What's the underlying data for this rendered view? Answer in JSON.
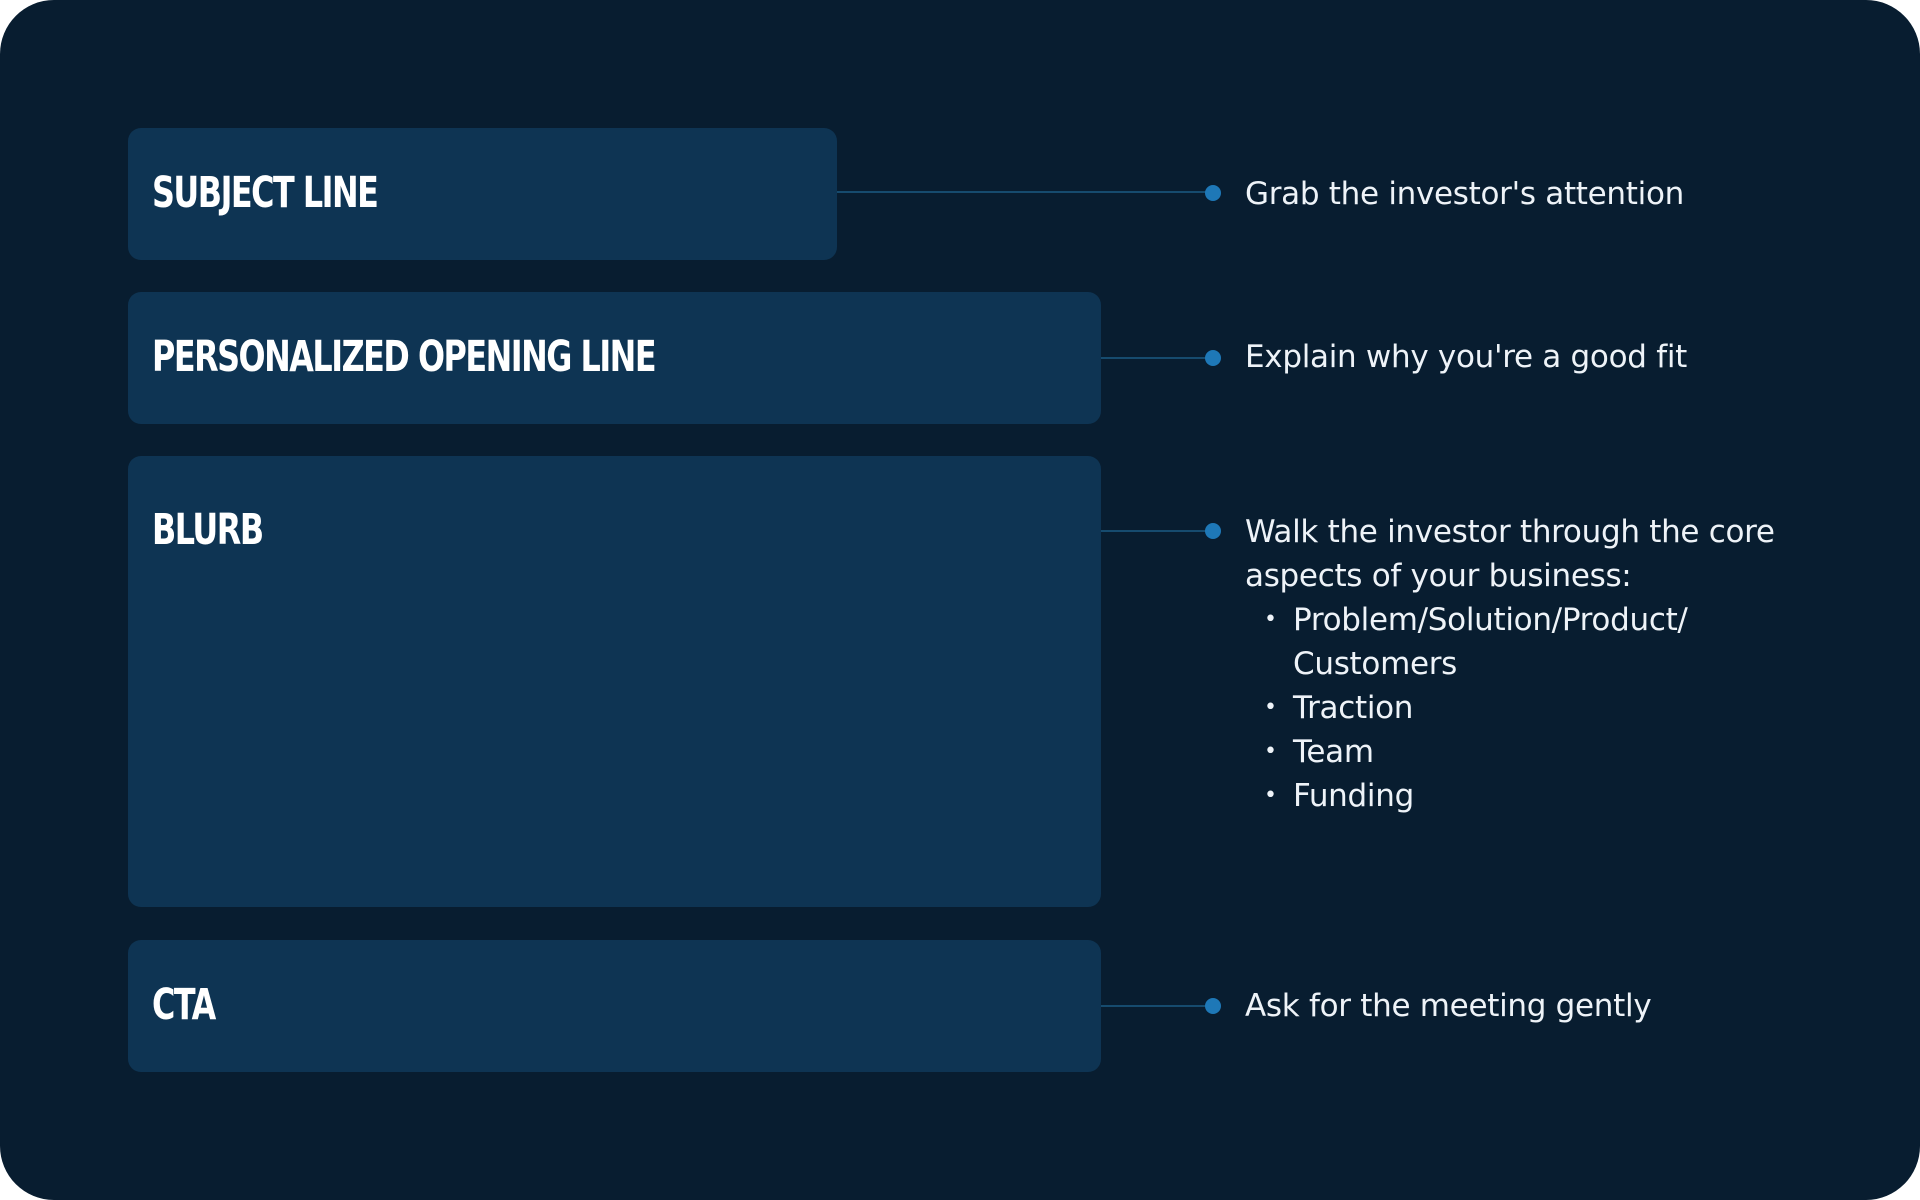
{
  "colors": {
    "background": "#081d30",
    "block": "#0e3453",
    "connector": "#164b6e",
    "dot": "#1e78b7",
    "text": "#eef3f8"
  },
  "sections": [
    {
      "title": "SUBJECT LINE",
      "description": "Grab the investor's attention"
    },
    {
      "title": "PERSONALIZED OPENING LINE",
      "description": "Explain why you're a good fit"
    },
    {
      "title": "BLURB",
      "description_lines": [
        "Walk the investor through the core",
        "aspects of your business:"
      ],
      "bullets": [
        "Problem/Solution/Product/",
        "Customers",
        "Traction",
        "Team",
        "Funding"
      ]
    },
    {
      "title": "CTA",
      "description": "Ask for the meeting gently"
    }
  ]
}
